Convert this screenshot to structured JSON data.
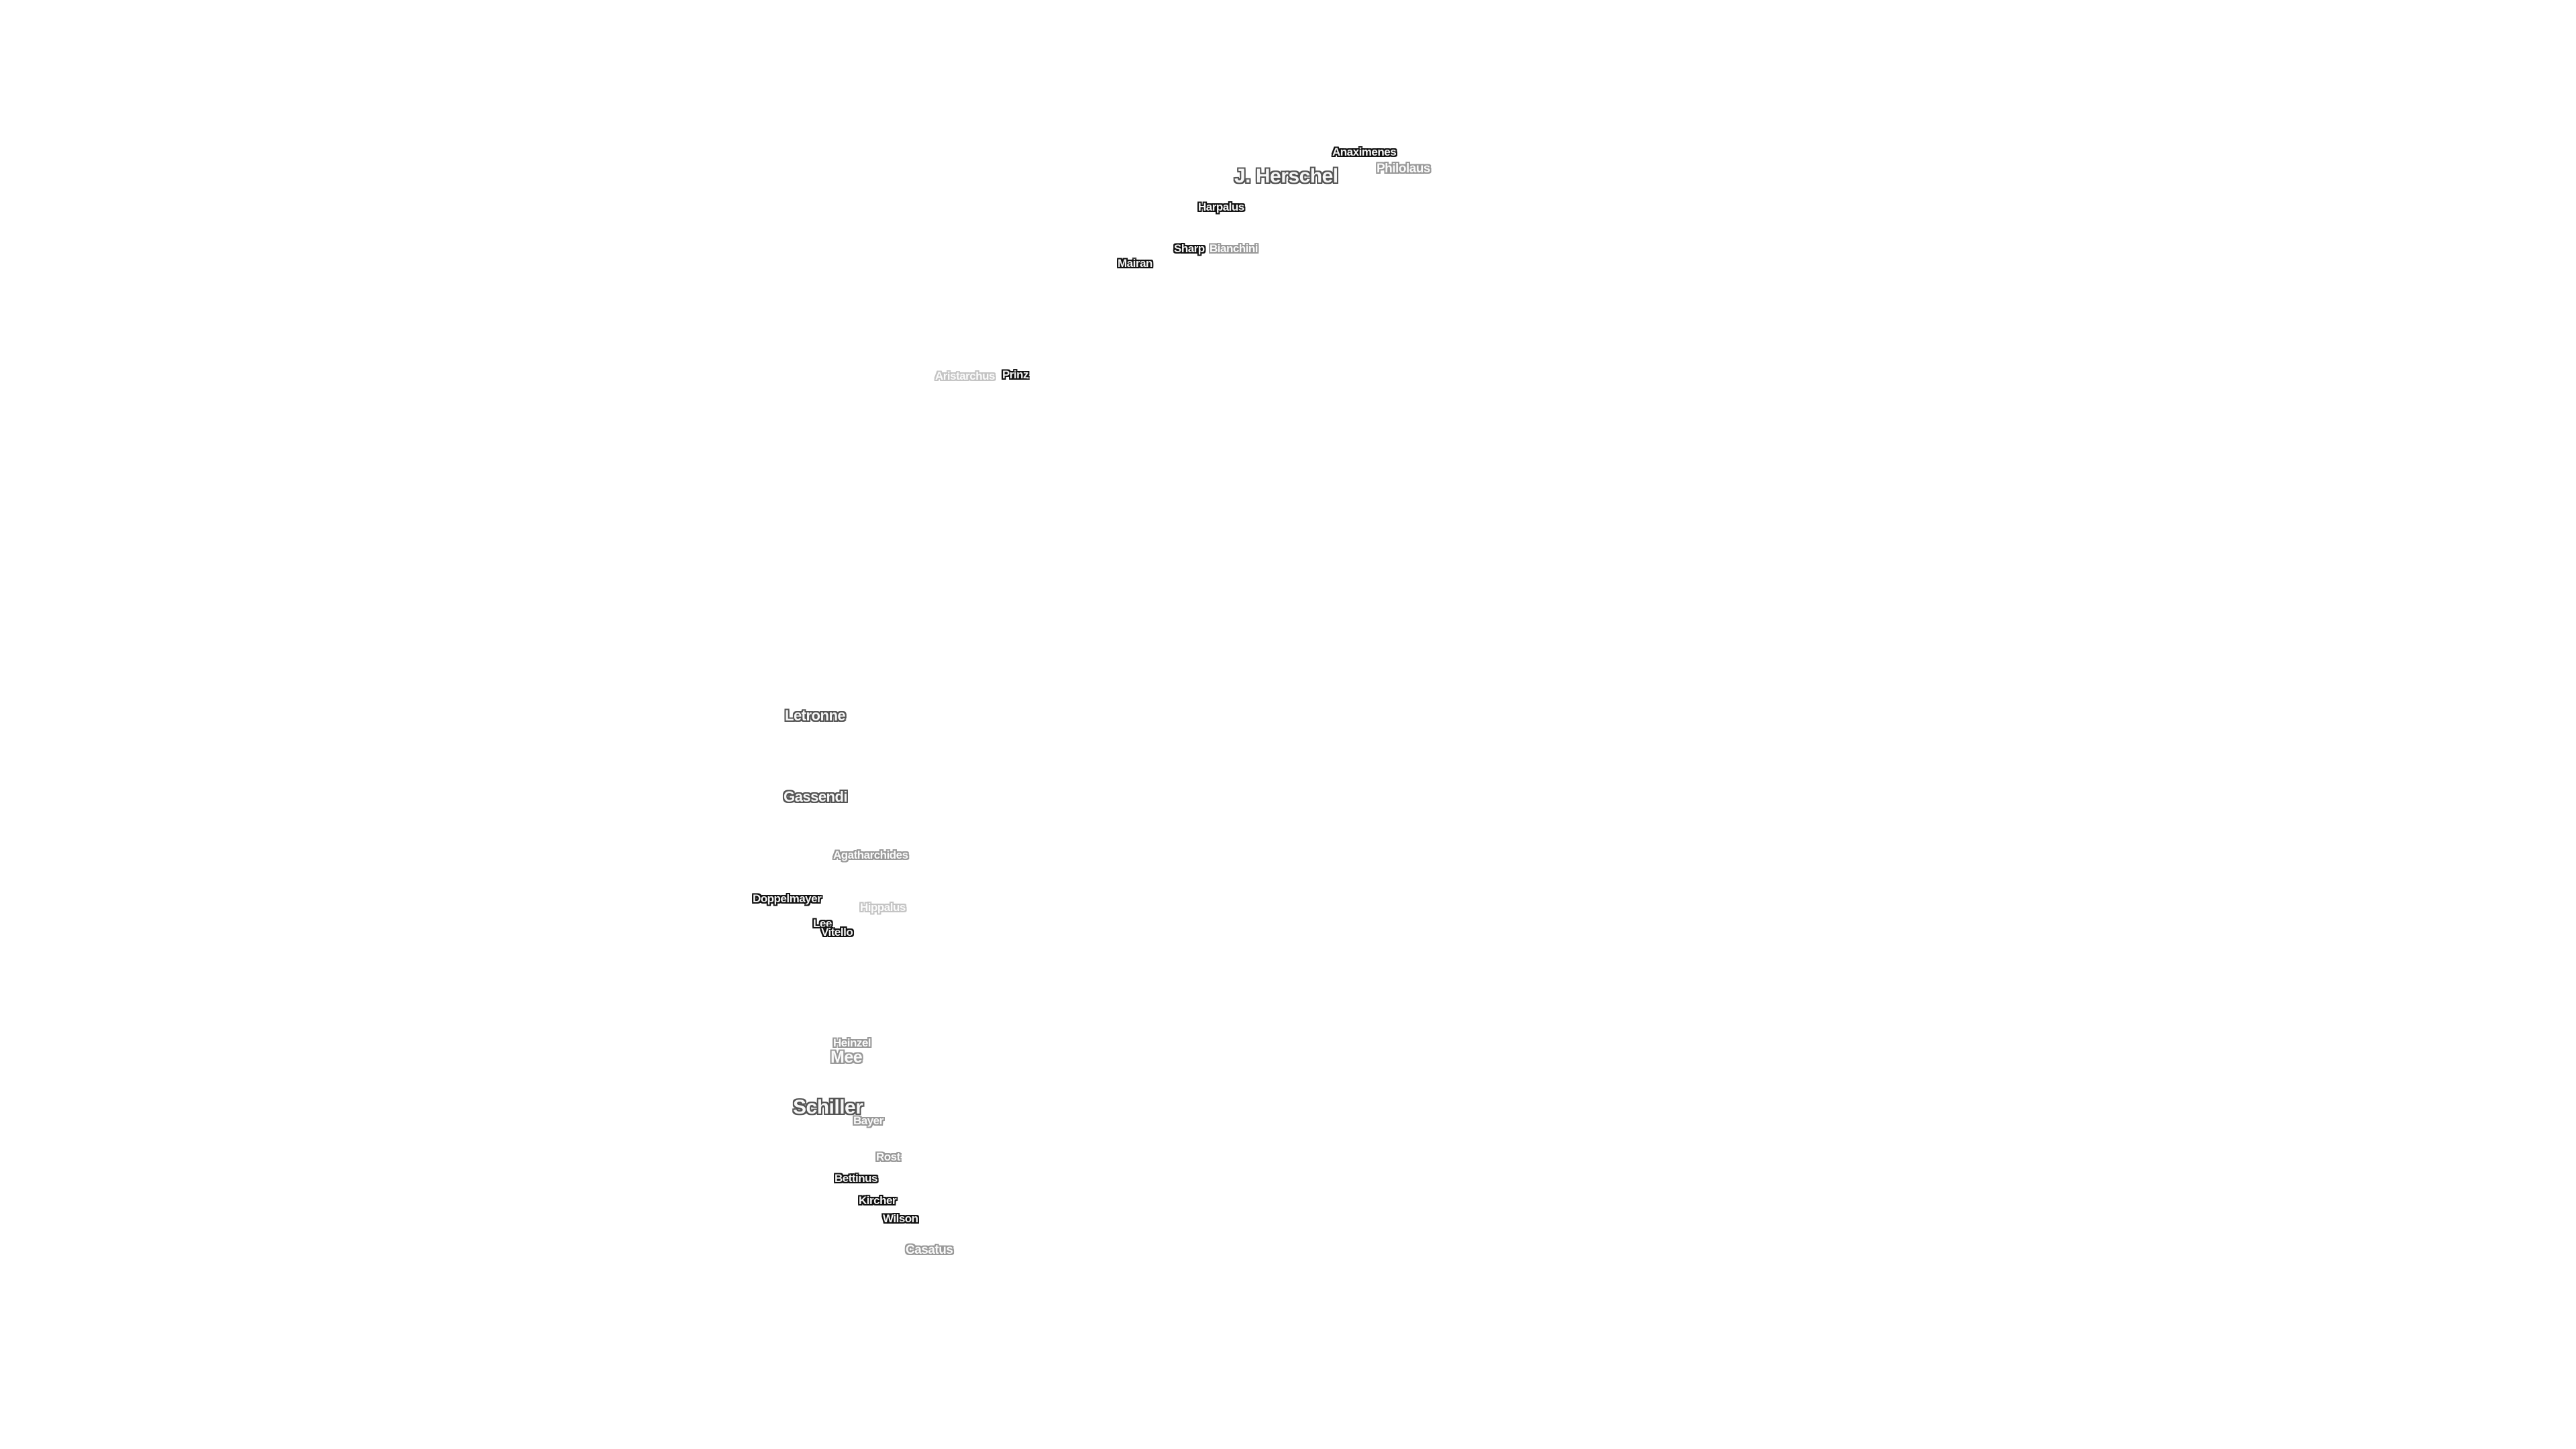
{
  "labels": [
    {
      "id": "anaximenes",
      "text": "Anaximenes"
    },
    {
      "id": "j-herschel",
      "text": "J. Herschel"
    },
    {
      "id": "philolaus",
      "text": "Philolaus"
    },
    {
      "id": "harpalus",
      "text": "Harpalus"
    },
    {
      "id": "sharp",
      "text": "Sharp"
    },
    {
      "id": "bianchini",
      "text": "Bianchini"
    },
    {
      "id": "mairan",
      "text": "Mairan"
    },
    {
      "id": "aristarchus",
      "text": "Aristarchus"
    },
    {
      "id": "prinz",
      "text": "Prinz"
    },
    {
      "id": "letronne",
      "text": "Letronne"
    },
    {
      "id": "gassendi",
      "text": "Gassendi"
    },
    {
      "id": "agatharchides",
      "text": "Agatharchides"
    },
    {
      "id": "doppelmayer",
      "text": "Doppelmayer"
    },
    {
      "id": "hippalus",
      "text": "Hippalus"
    },
    {
      "id": "lee",
      "text": "Lee"
    },
    {
      "id": "vitello",
      "text": "Vitello"
    },
    {
      "id": "heinzel",
      "text": "Heinzel"
    },
    {
      "id": "mee",
      "text": "Mee"
    },
    {
      "id": "schiller",
      "text": "Schiller"
    },
    {
      "id": "bayer",
      "text": "Bayer"
    },
    {
      "id": "rost",
      "text": "Rost"
    },
    {
      "id": "bettinus",
      "text": "Bettinus"
    },
    {
      "id": "kircher",
      "text": "Kircher"
    },
    {
      "id": "wilson",
      "text": "Wilson"
    },
    {
      "id": "casatus",
      "text": "Casatus"
    }
  ]
}
